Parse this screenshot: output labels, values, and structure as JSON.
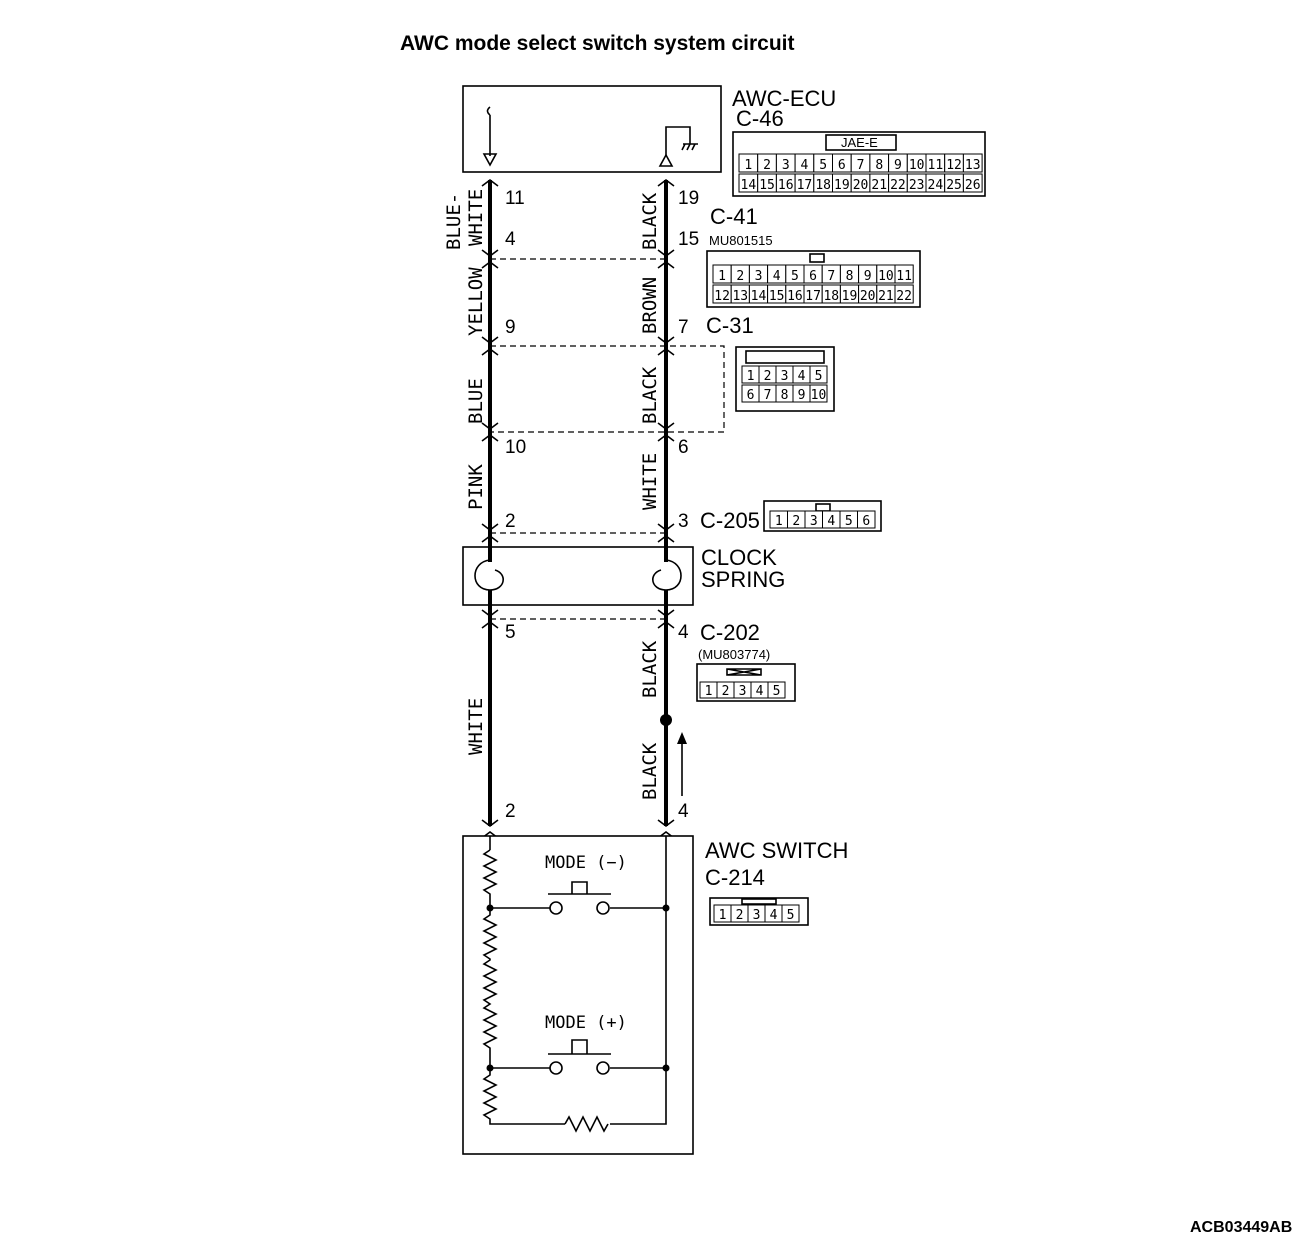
{
  "title": "AWC mode select switch system circuit",
  "reference_code": "ACB03449AB",
  "ecu": {
    "name": "AWC-ECU",
    "connector": "C-46",
    "connector_type": "JAE-E",
    "pins_row1": [
      "1",
      "2",
      "3",
      "4",
      "5",
      "6",
      "7",
      "8",
      "9",
      "10",
      "11",
      "12",
      "13"
    ],
    "pins_row2": [
      "14",
      "15",
      "16",
      "17",
      "18",
      "19",
      "20",
      "21",
      "22",
      "23",
      "24",
      "25",
      "26"
    ]
  },
  "c41": {
    "connector": "C-41",
    "part_number": "MU801515",
    "pins_row1": [
      "1",
      "2",
      "3",
      "4",
      "5",
      "6",
      "7",
      "8",
      "9",
      "10",
      "11"
    ],
    "pins_row2": [
      "12",
      "13",
      "14",
      "15",
      "16",
      "17",
      "18",
      "19",
      "20",
      "21",
      "22"
    ]
  },
  "c31": {
    "connector": "C-31",
    "pins_row1": [
      "1",
      "2",
      "3",
      "4",
      "5"
    ],
    "pins_row2": [
      "6",
      "7",
      "8",
      "9",
      "10"
    ]
  },
  "c205": {
    "connector": "C-205",
    "pins": [
      "1",
      "2",
      "3",
      "4",
      "5",
      "6"
    ]
  },
  "clock_spring": {
    "line1": "CLOCK",
    "line2": "SPRING"
  },
  "c202": {
    "connector": "C-202",
    "part_number": "(MU803774)",
    "pins": [
      "1",
      "2",
      "3",
      "4",
      "5"
    ]
  },
  "awc_switch": {
    "name": "AWC SWITCH",
    "connector": "C-214",
    "pins": [
      "1",
      "2",
      "3",
      "4",
      "5"
    ],
    "mode_minus": "MODE (−)",
    "mode_plus": "MODE (+)"
  },
  "left_wire": {
    "pins": [
      "11",
      "4",
      "9",
      "10",
      "2",
      "5",
      "2"
    ],
    "colors": [
      "BLUE-",
      "WHITE",
      "YELLOW",
      "BLUE",
      "PINK",
      "WHITE"
    ]
  },
  "right_wire": {
    "pins": [
      "19",
      "15",
      "7",
      "6",
      "3",
      "4",
      "4"
    ],
    "colors": [
      "BLACK",
      "BROWN",
      "BLACK",
      "WHITE",
      "BLACK",
      "BLACK"
    ]
  }
}
